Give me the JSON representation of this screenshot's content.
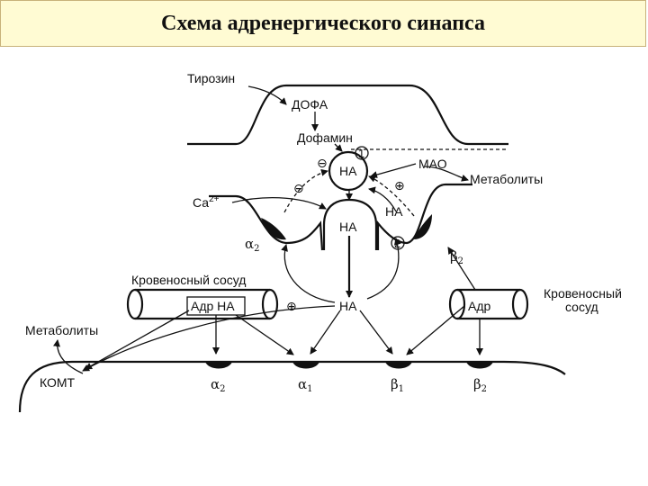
{
  "title": "Схема адренергического синапса",
  "labels": {
    "tyrosine": "Тирозин",
    "dopa": "ДОФА",
    "dopamine": "Дофамин",
    "na_vesicle_top": "НА",
    "na_vesicle_main": "НА",
    "na_cleft": "НА",
    "na_reuptake": "НА",
    "mao": "МАО",
    "metabolites_right": "Метаболиты",
    "metabolites_left": "Метаболиты",
    "calcium": "Са",
    "calcium_sup": "2+",
    "blood_vessel_left": "Кровеносный сосуд",
    "blood_vessel_right_line1": "Кровеносный",
    "blood_vessel_right_line2": "сосуд",
    "adr_na": "Адр НА",
    "adr": "Адр",
    "komt": "КОМТ",
    "mark_1": "1",
    "mark_2": "2",
    "minus_1": "⊖",
    "minus_2": "⊖",
    "plus_1": "⊕",
    "plus_2": "⊕",
    "presyn_alpha2": "α",
    "presyn_alpha2_sub": "2",
    "presyn_beta2": "β",
    "presyn_beta2_sub": "2",
    "rec_alpha2": "α",
    "rec_alpha2_sub": "2",
    "rec_alpha1": "α",
    "rec_alpha1_sub": "1",
    "rec_beta1": "β",
    "rec_beta1_sub": "1",
    "rec_beta2": "β",
    "rec_beta2_sub": "2"
  }
}
